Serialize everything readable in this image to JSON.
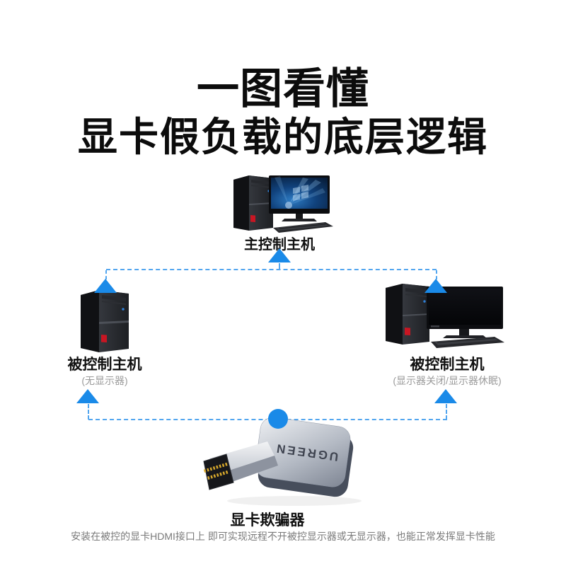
{
  "title": {
    "line1": "一图看懂",
    "line2": "显卡假负载的底层逻辑"
  },
  "nodes": {
    "main_host": {
      "label": "主控制主机"
    },
    "left_host": {
      "label": "被控制主机",
      "sublabel": "(无显示器)"
    },
    "right_host": {
      "label": "被控制主机",
      "sublabel": "(显示器关闭/显示器休眠)"
    },
    "spoofer": {
      "label": "显卡欺骗器",
      "brand": "UGREEN"
    }
  },
  "caption": "安装在被控的显卡HDMI接口上 即可实现远程不开被控显示器或无显示器，也能正常发挥显卡性能",
  "colors": {
    "arrow_blue": "#1a8ae8",
    "dashed_line_blue": "#53a6ef",
    "connection_dot_blue": "#1a8ae8",
    "title_black": "#0c0c0c",
    "sublabel_gray": "#9b9b9b",
    "caption_gray": "#7a7a7a",
    "tower_badge_red": "#c81623"
  }
}
